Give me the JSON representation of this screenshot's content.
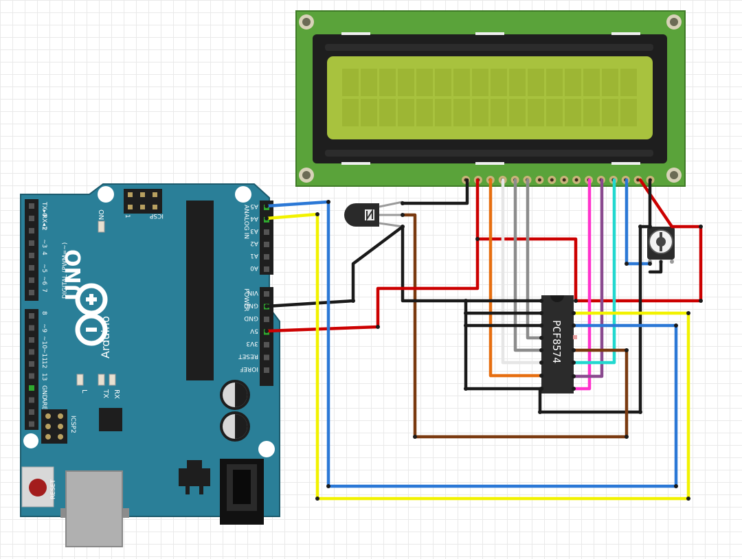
{
  "board": {
    "brand": "Arduino",
    "model": "UNO",
    "trademark": "™",
    "on_label": "ON",
    "icsp_label": "ICSP",
    "icsp2_label": "ICSP2",
    "reset_label": "RESET",
    "analog_label": "ANALOG IN",
    "power_label": "POWER",
    "digital_label": "DIGITAL (PWM=~)",
    "l_label": "L",
    "tx_label": "TX",
    "rx_label": "RX",
    "icsp_pin1": "1",
    "analog_pins": [
      "A5",
      "A4",
      "A3",
      "A2",
      "A1",
      "A0"
    ],
    "power_pins": [
      "VIN",
      "GND",
      "GND",
      "5V",
      "3V3",
      "RESET",
      "IOREF"
    ],
    "digital_top": [
      "TX▸0",
      "RX◂1",
      "2",
      "~3",
      "4",
      "~5",
      "~6",
      "7"
    ],
    "digital_bottom": [
      "8",
      "~9",
      "~10",
      "~11",
      "12",
      "13",
      "GND",
      "AREF"
    ]
  },
  "chip": {
    "label": "PCF8574"
  },
  "colors": {
    "board": "#2a7f98",
    "board_edge": "#1c5a6c",
    "lcd_pcb": "#5aa33a",
    "lcd_glass": "#a8c23e",
    "wire_red": "#cc0000",
    "wire_black": "#1a1a1a",
    "wire_blue": "#2b78d6",
    "wire_yellow": "#f2f200",
    "wire_brown": "#7a3a10",
    "wire_orange": "#e66e10",
    "wire_grey": "#8c8c8c",
    "wire_white": "#e6e6e6",
    "wire_magenta": "#ff33cc",
    "wire_purple": "#8a4a8f",
    "wire_cyan": "#22d8cf"
  }
}
